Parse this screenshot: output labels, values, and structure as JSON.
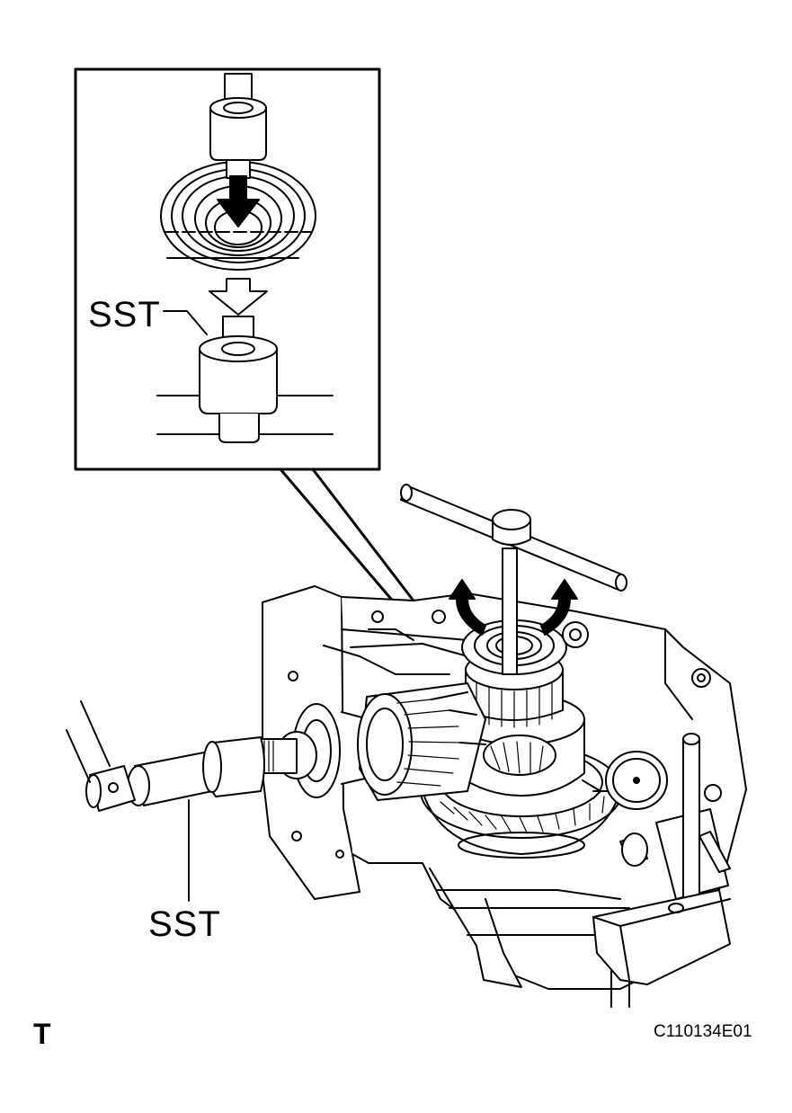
{
  "labels": {
    "sst_inset": "SST",
    "sst_main": "SST",
    "corner_mark": "T",
    "figure_code": "C110134E01"
  },
  "colors": {
    "ink": "#000000",
    "paper": "#ffffff",
    "shade": "#d9d9d9"
  }
}
